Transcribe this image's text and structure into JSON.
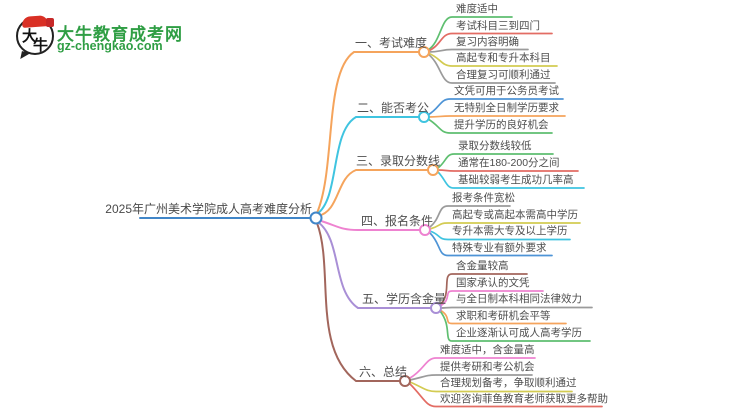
{
  "brand": {
    "name": "大牛教育成考网",
    "domain": "gz-chengkao.com",
    "logo_char_1": "大",
    "logo_char_2": "牛",
    "brand_color": "#2f9e44",
    "seal_color": "#d93025"
  },
  "palette": {
    "central_blue": "#4186c8",
    "orange": "#f5a45c",
    "cyan": "#3fc4e0",
    "green": "#5fbf70",
    "red": "#e36c64",
    "gray": "#9b9b9b",
    "yellow": "#d3cb52",
    "blue": "#4e94d6",
    "pink": "#ee82d0",
    "purple": "#a98fd6",
    "brown": "#a2665c"
  },
  "mindmap": {
    "root": "2025年广州美术学院成人高考难度分析",
    "root_color": "#4186c8",
    "branches": [
      {
        "label": "一、考试难度",
        "color": "#f5a45c",
        "children": [
          {
            "label": "难度适中",
            "color": "#5fbf70"
          },
          {
            "label": "考试科目三到四门",
            "color": "#e36c64"
          },
          {
            "label": "复习内容明确",
            "color": "#9b9b9b"
          },
          {
            "label": "高起专和专升本科目",
            "color": "#d3cb52"
          },
          {
            "label": "合理复习可顺利通过",
            "color": "#9b9b9b"
          }
        ]
      },
      {
        "label": "二、能否考公",
        "color": "#3fc4e0",
        "children": [
          {
            "label": "文凭可用于公务员考试",
            "color": "#4e94d6"
          },
          {
            "label": "无特别全日制学历要求",
            "color": "#f5a45c"
          },
          {
            "label": "提升学历的良好机会",
            "color": "#5fbf70"
          }
        ]
      },
      {
        "label": "三、录取分数线",
        "color": "#f5a45c",
        "children": [
          {
            "label": "录取分数线较低",
            "color": "#5fbf70"
          },
          {
            "label": "通常在180-200分之间",
            "color": "#e36c64"
          },
          {
            "label": "基础较弱考生成功几率高",
            "color": "#3fc4e0"
          }
        ]
      },
      {
        "label": "四、报名条件",
        "color": "#ee82d0",
        "children": [
          {
            "label": "报考条件宽松",
            "color": "#9b9b9b"
          },
          {
            "label": "高起专或高起本需高中学历",
            "color": "#d3cb52"
          },
          {
            "label": "专升本需大专及以上学历",
            "color": "#3fc4e0"
          },
          {
            "label": "特殊专业有额外要求",
            "color": "#4e94d6"
          }
        ]
      },
      {
        "label": "五、学历含金量",
        "color": "#a98fd6",
        "children": [
          {
            "label": "含金量较高",
            "color": "#a2665c"
          },
          {
            "label": "国家承认的文凭",
            "color": "#ee82d0"
          },
          {
            "label": "与全日制本科相同法律效力",
            "color": "#9b9b9b"
          },
          {
            "label": "求职和考研机会平等",
            "color": "#f5a45c"
          },
          {
            "label": "企业逐渐认可成人高考学历",
            "color": "#5fbf70"
          }
        ]
      },
      {
        "label": "六、总结",
        "color": "#a2665c",
        "children": [
          {
            "label": "难度适中，含金量高",
            "color": "#ee82d0"
          },
          {
            "label": "提供考研和考公机会",
            "color": "#9b9b9b"
          },
          {
            "label": "合理规划备考，争取顺利通过",
            "color": "#d3cb52"
          },
          {
            "label": "欢迎咨询菲鱼教育老师获取更多帮助",
            "color": "#e36c64"
          }
        ]
      }
    ]
  }
}
